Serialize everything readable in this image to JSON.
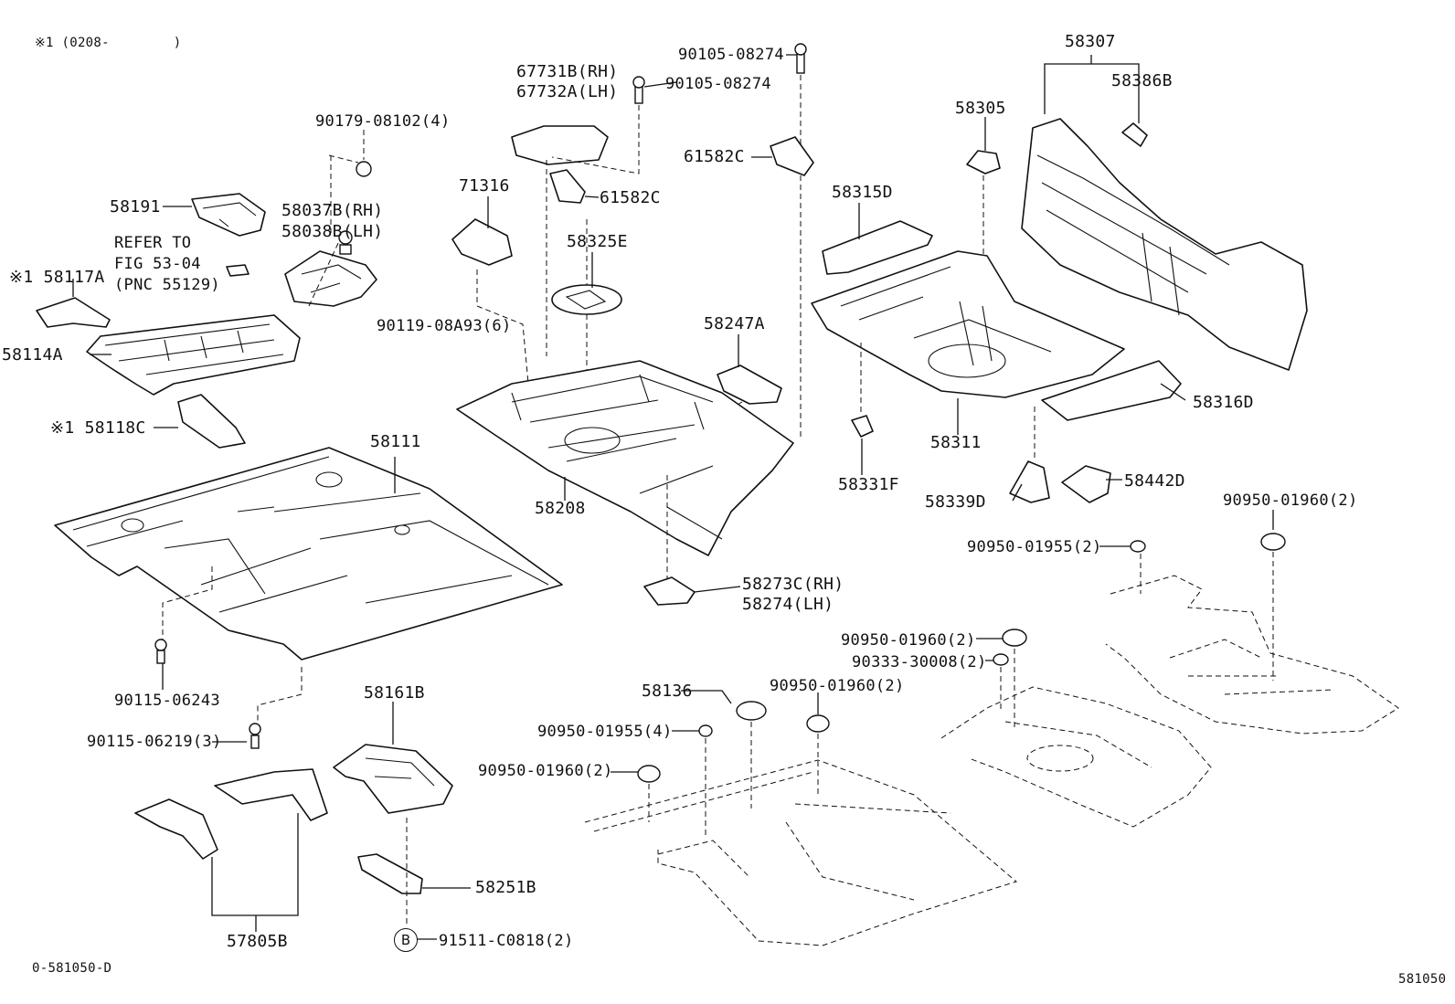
{
  "header": {
    "note": "※1 (0208-        )"
  },
  "footer": {
    "code_left": "0-581050-D",
    "code_right": "581050"
  },
  "callouts": {
    "c58191": "58191",
    "refer1": "REFER TO",
    "refer2": "FIG 53-04",
    "refer3": "(PNC 55129)",
    "c58117A": "※1 58117A",
    "c58114A": "58114A",
    "c58118C": "※1 58118C",
    "c90179": "90179-08102(4)",
    "c58037B": "58037B(RH)",
    "c58038B": "58038B(LH)",
    "c90119": "90119-08A93(6)",
    "c67731B": "67731B(RH)",
    "c67732A": "67732A(LH)",
    "c90105a": "90105-08274",
    "c90105b": "90105-08274",
    "c71316": "71316",
    "c61582C_a": "61582C",
    "c61582C_b": "61582C",
    "c58325E": "58325E",
    "c58247A": "58247A",
    "c58208": "58208",
    "c58111": "58111",
    "c58273C": "58273C(RH)",
    "c58274": "58274(LH)",
    "c58305": "58305",
    "c58307": "58307",
    "c58386B": "58386B",
    "c58315D": "58315D",
    "c58311": "58311",
    "c58331F": "58331F",
    "c58316D": "58316D",
    "c58339D": "58339D",
    "c58442D": "58442D",
    "c90950_1960a": "90950-01960(2)",
    "c90950_1955a": "90950-01955(2)",
    "c90950_1960b": "90950-01960(2)",
    "c90333": "90333-30008(2)",
    "c90950_1960c": "90950-01960(2)",
    "c58136": "58136",
    "c90950_1955b": "90950-01955(4)",
    "c90950_1960d": "90950-01960(2)",
    "c90115_6243": "90115-06243",
    "c90115_6219": "90115-06219(3)",
    "c58161B": "58161B",
    "c58251B": "58251B",
    "c57805B": "57805B",
    "c91511_letter": "B",
    "c91511": "91511-C0818(2)"
  },
  "icons": [
    "part-outline-icon",
    "bolt-icon",
    "grommet-icon",
    "nut-icon"
  ]
}
